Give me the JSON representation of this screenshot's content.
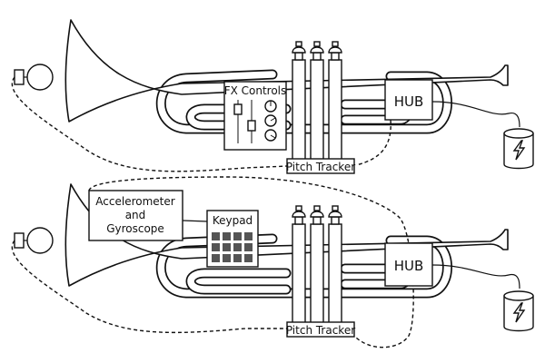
{
  "top_assembly": {
    "fx_controls_label": "FX Controls",
    "hub_label": "HUB",
    "pitch_tracker_label": "Pitch Tracker"
  },
  "bottom_assembly": {
    "sensor_label_line1": "Accelerometer",
    "sensor_label_line2": "and",
    "sensor_label_line3": "Gyroscope",
    "keypad_label": "Keypad",
    "hub_label": "HUB",
    "pitch_tracker_label": "Pitch Tracker"
  },
  "icons": {
    "microphone": "microphone-icon",
    "battery": "battery-icon",
    "lightning": "lightning-icon"
  },
  "colors": {
    "line": "#111111",
    "keypad_key": "#555555",
    "background": "#ffffff"
  }
}
